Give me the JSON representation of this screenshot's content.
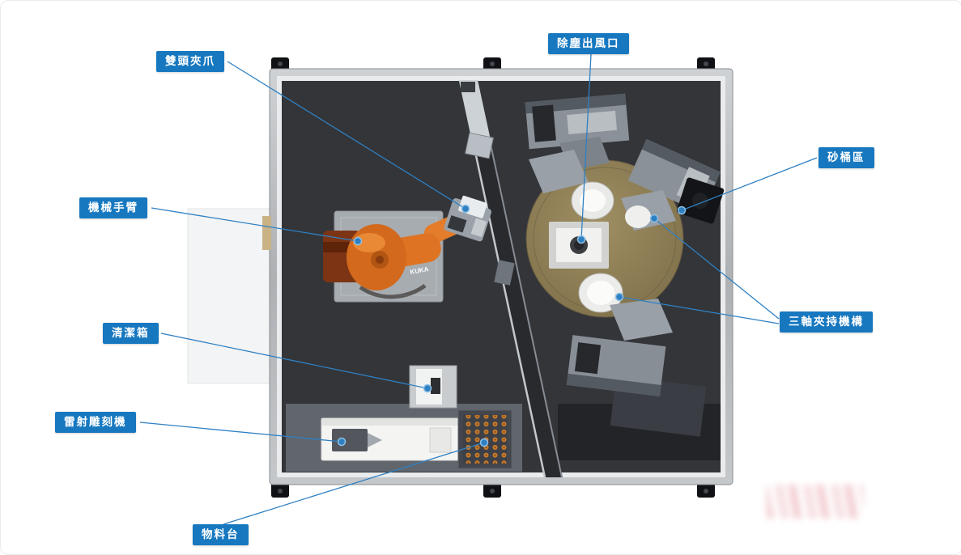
{
  "labels": [
    {
      "id": "double-head-gripper",
      "text": "雙頭夾爪"
    },
    {
      "id": "dust-outlet",
      "text": "除塵出風口"
    },
    {
      "id": "sand-bucket-area",
      "text": "砂桶區"
    },
    {
      "id": "robot-arm",
      "text": "機械手臂"
    },
    {
      "id": "three-axis-clamp",
      "text": "三軸夾持機構"
    },
    {
      "id": "cleaning-box",
      "text": "清潔箱"
    },
    {
      "id": "laser-engraver",
      "text": "雷射雕刻機"
    },
    {
      "id": "material-table",
      "text": "物料台"
    }
  ],
  "machine": {
    "robot_brand": "KUKA"
  },
  "colors": {
    "label_bg": "#1778c0",
    "label_text": "#ffffff",
    "leader_line": "#2f80c3",
    "marker_dot": "#2f80c3",
    "robot_orange": "#d2691d",
    "turntable_tan": "#83744d"
  }
}
